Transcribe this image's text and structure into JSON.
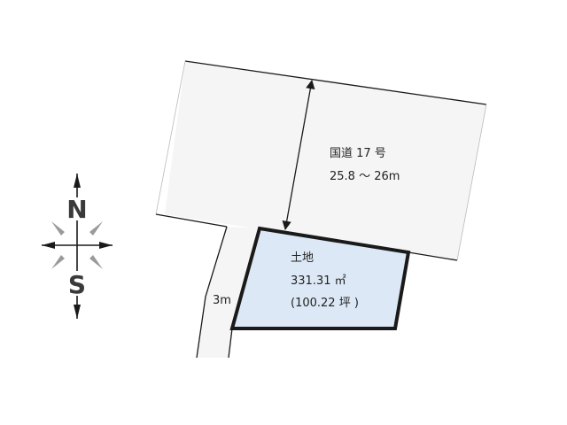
{
  "road": {
    "name": "国道 17 号",
    "width": "25.8 ～ 26m"
  },
  "side_road": {
    "width": "3m"
  },
  "lot": {
    "label": "土地",
    "area_sqm": "331.31 ㎡",
    "area_tsubo": "(100.22 坪 )"
  },
  "compass": {
    "north": "N",
    "south": "S"
  },
  "colors": {
    "road_fill": "#f4f5f4",
    "lot_fill": "#dce8f5",
    "outline": "#1a1a1a"
  }
}
